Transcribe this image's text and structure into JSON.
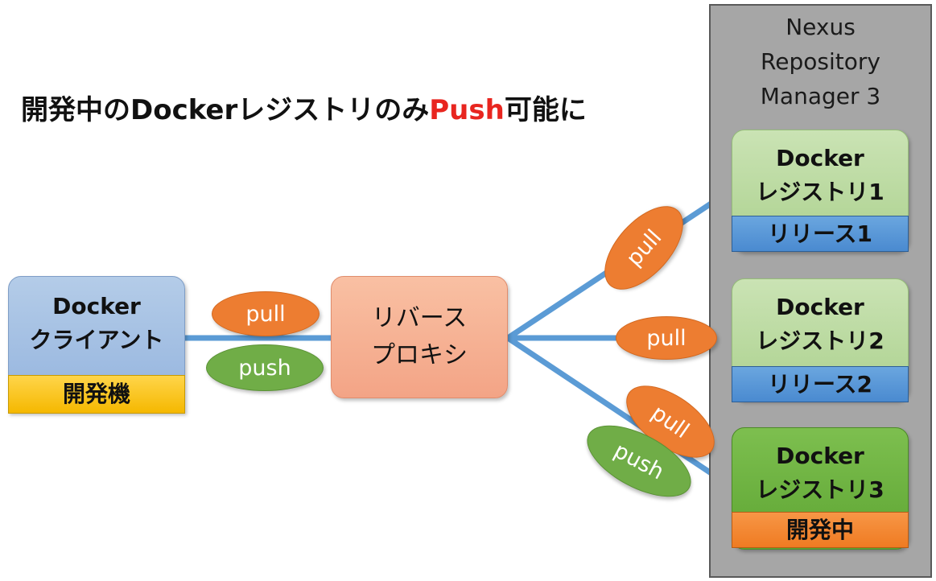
{
  "title": {
    "main": "開発中のDockerレジストリのみ",
    "accent": "Push",
    "suffix": "可能に"
  },
  "nexus": {
    "line1": "Nexus",
    "line2": "Repository",
    "line3": "Manager 3"
  },
  "client": {
    "line1": "Docker",
    "line2": "クライアント",
    "footer": "開発機"
  },
  "proxy": {
    "line1": "リバース",
    "line2": "プロキシ"
  },
  "registries": [
    {
      "line1": "Docker",
      "line2": "レジストリ1",
      "footer": "リリース1"
    },
    {
      "line1": "Docker",
      "line2": "レジストリ2",
      "footer": "リリース2"
    },
    {
      "line1": "Docker",
      "line2": "レジストリ3",
      "footer": "開発中"
    }
  ],
  "labels": {
    "pull": "pull",
    "push": "push"
  },
  "colors": {
    "connector": "#5b9bd5",
    "accent": "#e8251f",
    "pull": "#ed7d31",
    "push": "#70ad47"
  }
}
